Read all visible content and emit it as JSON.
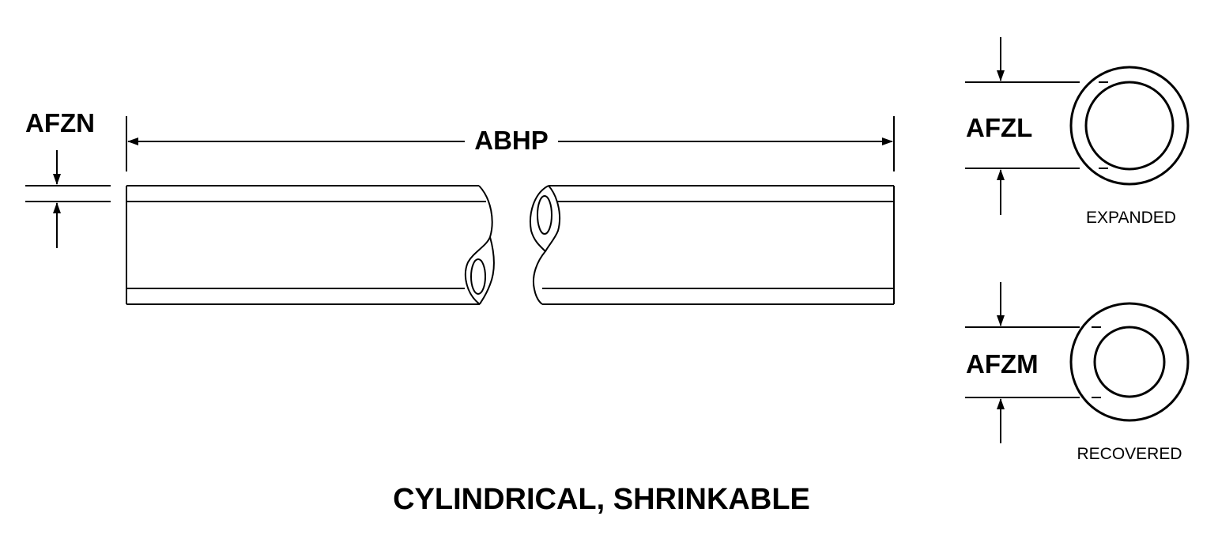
{
  "diagram": {
    "title": "CYLINDRICAL, SHRINKABLE",
    "labels": {
      "length": "ABHP",
      "wall_thickness": "AFZN",
      "expanded_id": "AFZL",
      "recovered_id": "AFZM"
    },
    "captions": {
      "expanded": "EXPANDED",
      "recovered": "RECOVERED"
    }
  }
}
